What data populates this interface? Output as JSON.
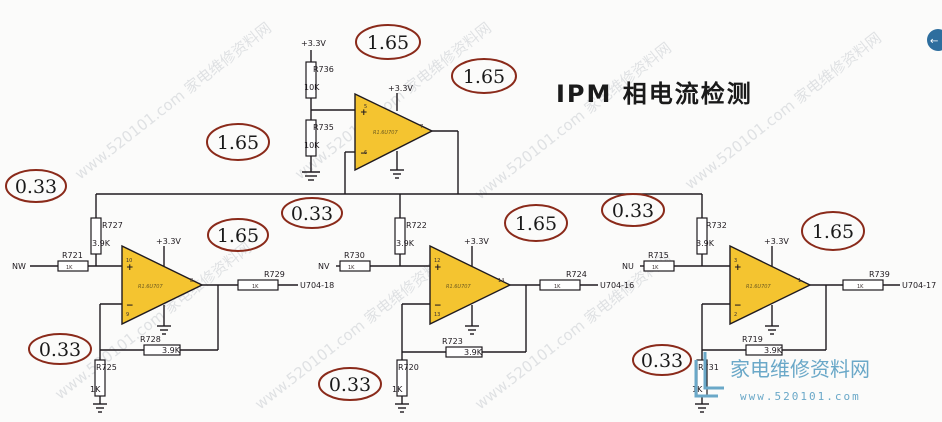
{
  "title": "IPM 相电流检测",
  "supply_label": "+3.3V",
  "chip_label": "R1.6U707",
  "watermark": "www.520101.com 家电维修资料网",
  "brand": {
    "name": "家电维修资料网",
    "url": "www.520101.com"
  },
  "annotations": [
    "1.65",
    "1.65",
    "1.65",
    "0.33",
    "0.33",
    "1.65",
    "1.65",
    "0.33",
    "1.65",
    "0.33",
    "0.33",
    "0.33"
  ],
  "ref_stage": {
    "r_top": {
      "ref": "R736",
      "value": "10K"
    },
    "r_bot": {
      "ref": "R735",
      "value": "10K"
    }
  },
  "channels": [
    {
      "input": "NW",
      "r_in": {
        "ref": "R721",
        "value": "1K"
      },
      "r_bias": {
        "ref": "R727",
        "value": "3.9K"
      },
      "r_fb": {
        "ref": "R728",
        "value": "3.9K"
      },
      "r_gnd": {
        "ref": "R725",
        "value": "1K"
      },
      "r_out": {
        "ref": "R729",
        "value": "1K"
      },
      "output": "U704-18",
      "pins": [
        "10",
        "9",
        "8"
      ]
    },
    {
      "input": "NV",
      "r_in": {
        "ref": "R730",
        "value": "1K"
      },
      "r_bias": {
        "ref": "R722",
        "value": "3.9K"
      },
      "r_fb": {
        "ref": "R723",
        "value": "3.9K"
      },
      "r_gnd": {
        "ref": "R720",
        "value": "1K"
      },
      "r_out": {
        "ref": "R724",
        "value": "1K"
      },
      "output": "U704-16",
      "pins": [
        "12",
        "13",
        "14"
      ]
    },
    {
      "input": "NU",
      "r_in": {
        "ref": "R715",
        "value": "1K"
      },
      "r_bias": {
        "ref": "R732",
        "value": "3.9K"
      },
      "r_fb": {
        "ref": "R719",
        "value": "3.9K"
      },
      "r_gnd": {
        "ref": "R731",
        "value": "1K"
      },
      "r_out": {
        "ref": "R739",
        "value": "1K"
      },
      "output": "U704-17",
      "pins": [
        "3",
        "2",
        "1"
      ]
    }
  ],
  "ref_pins": [
    "5",
    "6",
    "7"
  ]
}
